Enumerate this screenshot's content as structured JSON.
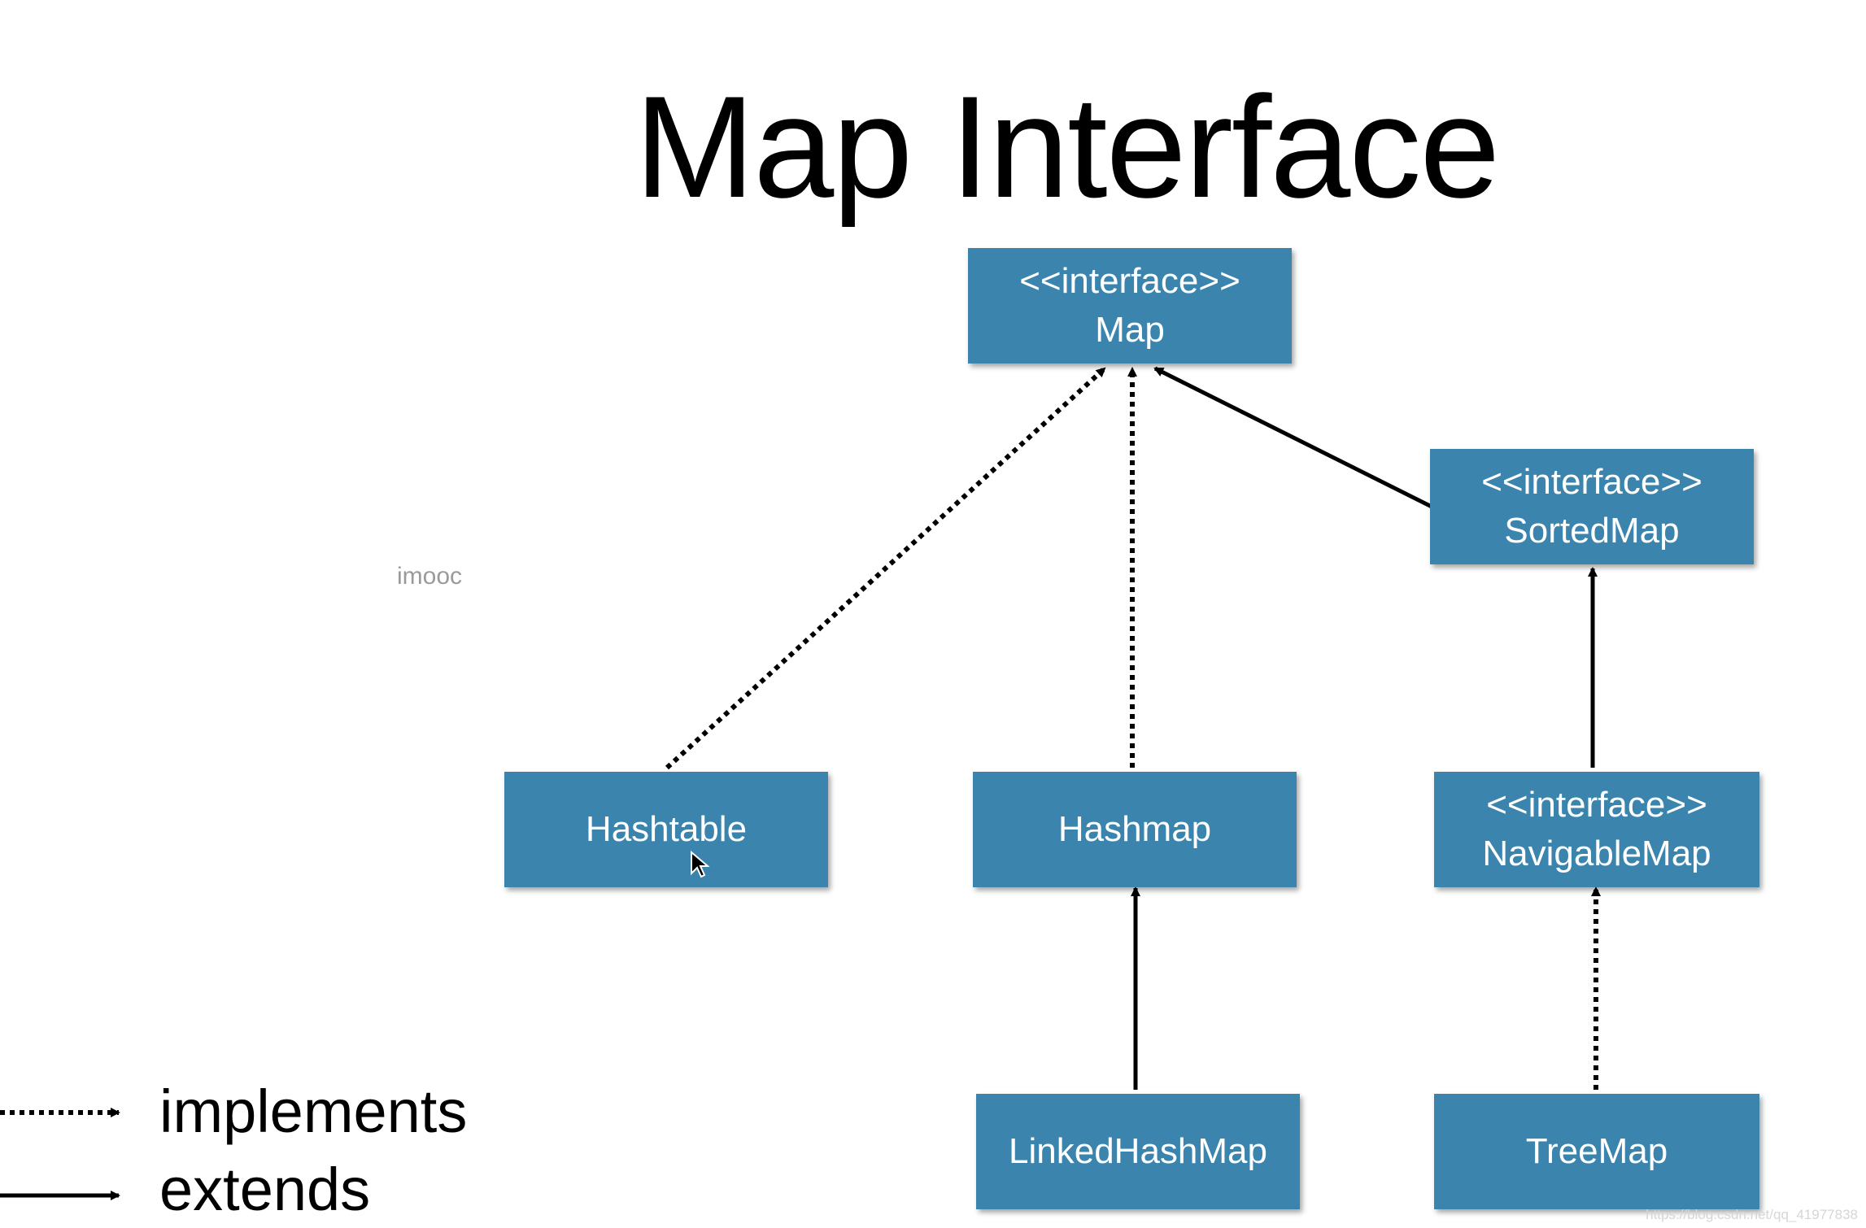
{
  "title": "Map Interface",
  "watermark": "imooc",
  "credit": "https://blog.csdn.net/qq_41977838",
  "nodes": {
    "map": {
      "stereotype": "<<interface>>",
      "name": "Map"
    },
    "sorted_map": {
      "stereotype": "<<interface>>",
      "name": "SortedMap"
    },
    "hashtable": {
      "name": "Hashtable"
    },
    "hashmap": {
      "name": "Hashmap"
    },
    "navigable_map": {
      "stereotype": "<<interface>>",
      "name": "NavigableMap"
    },
    "linked_hash_map": {
      "name": "LinkedHashMap"
    },
    "tree_map": {
      "name": "TreeMap"
    }
  },
  "legend": {
    "implements": "implements",
    "extends": "extends"
  },
  "colors": {
    "node_fill": "#3a84ae",
    "node_text": "#ffffff",
    "edge": "#000000"
  }
}
